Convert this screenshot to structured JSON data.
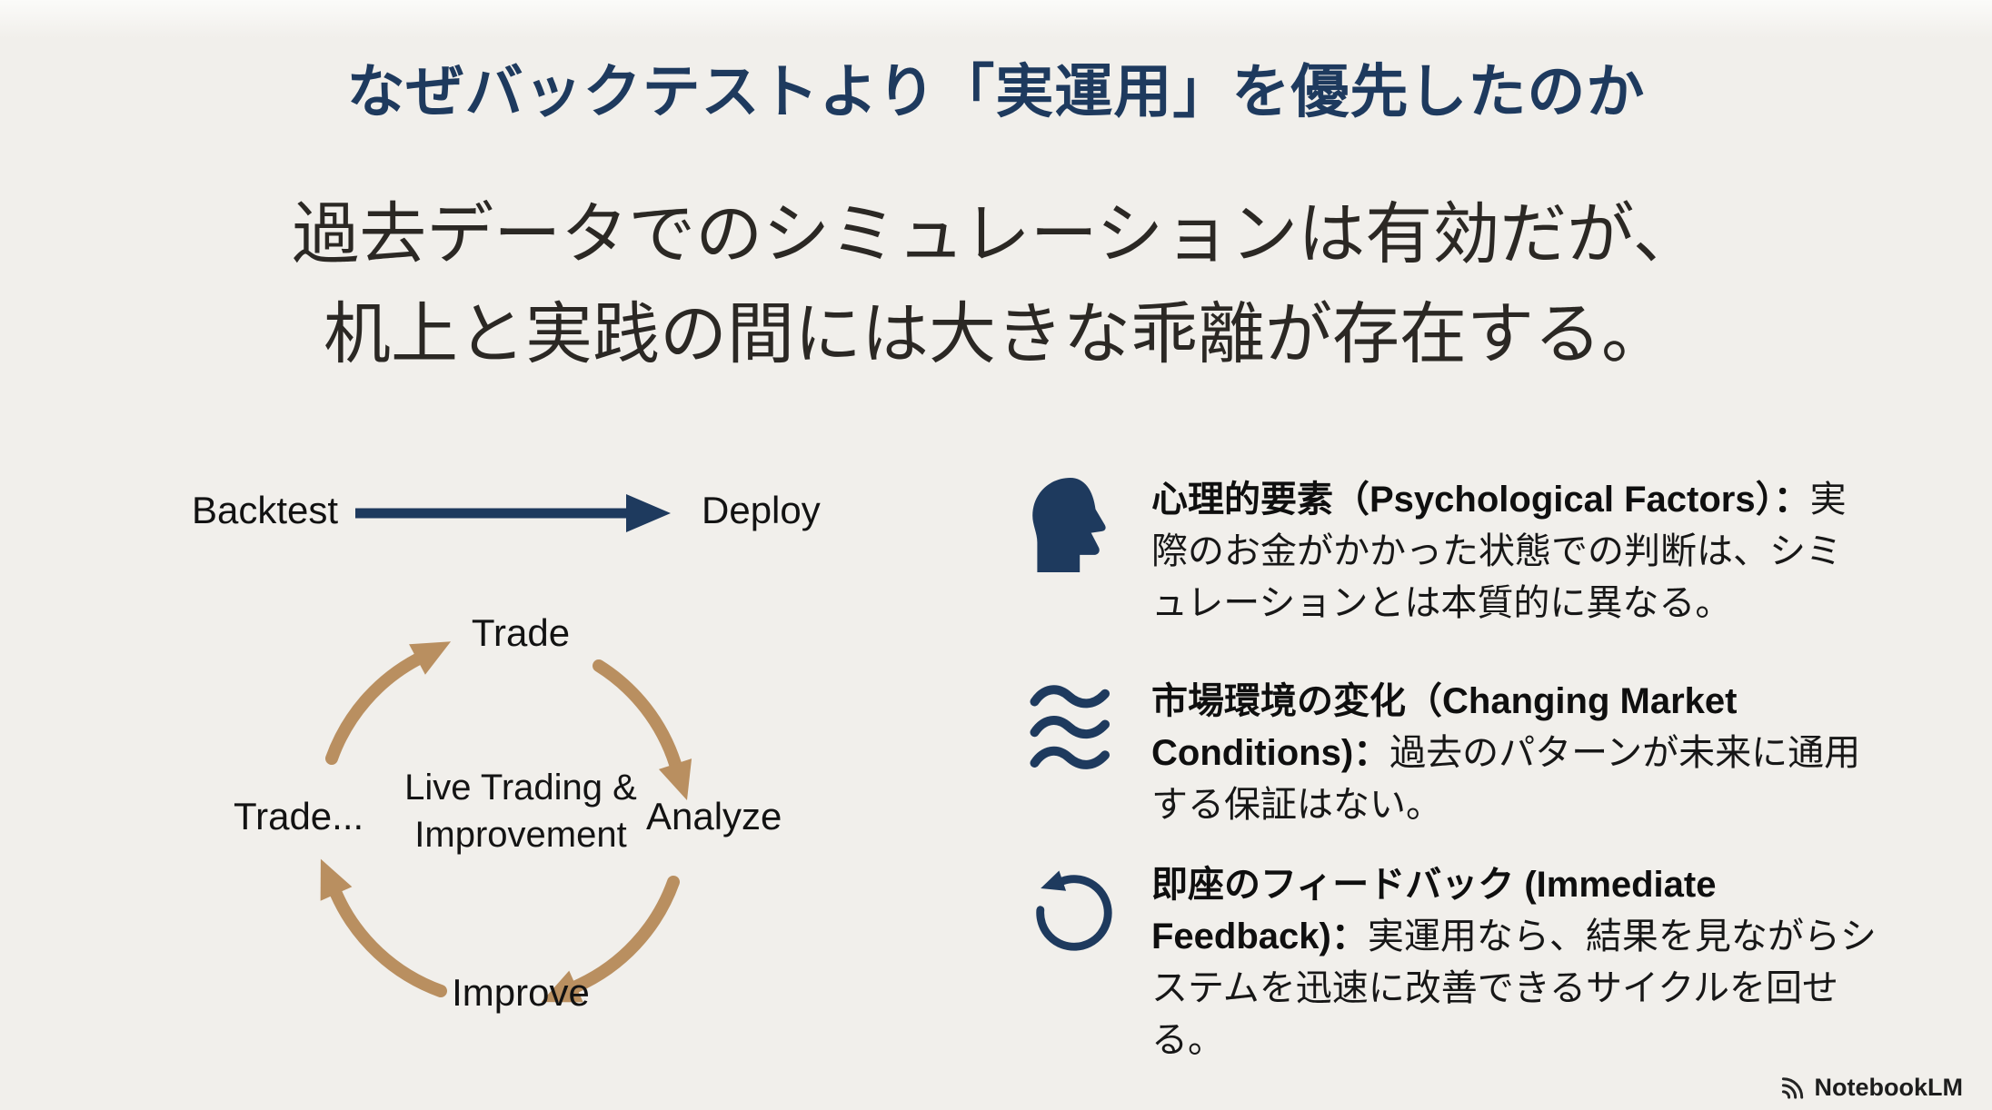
{
  "slide": {
    "title": "なぜバックテストより「実運用」を優先したのか",
    "statement_line1": "過去データでのシミュレーションは有効だが、",
    "statement_line2": "机上と実践の間には大きな乖離が存在する。"
  },
  "linear_flow": {
    "from_label": "Backtest",
    "to_label": "Deploy"
  },
  "cycle": {
    "top": "Trade",
    "right": "Analyze",
    "bottom": "Improve",
    "left": "Trade...",
    "center_line1": "Live Trading &",
    "center_line2": "Improvement"
  },
  "bullets": [
    {
      "icon": "head-profile-icon",
      "title": "心理的要素（Psychological Factors）：",
      "body": "実際のお金がかかった状態での判断は、シミュレーションとは本質的に異なる。"
    },
    {
      "icon": "waves-icon",
      "title": "市場環境の変化（Changing Market Conditions)：",
      "body": "過去のパターンが未来に通用する保証はない。"
    },
    {
      "icon": "rotate-ccw-icon",
      "title": "即座のフィードバック (Immediate Feedback)：",
      "body": "実運用なら、結果を見ながらシステムを迅速に改善できるサイクルを回せる。"
    }
  ],
  "watermark": {
    "label": "NotebookLM"
  },
  "colors": {
    "background": "#f1efeb",
    "navy": "#1e3a5e",
    "cycle_arrow_tan": "#b98f60",
    "text_dark": "#171717",
    "serif_text": "#2b2824"
  }
}
